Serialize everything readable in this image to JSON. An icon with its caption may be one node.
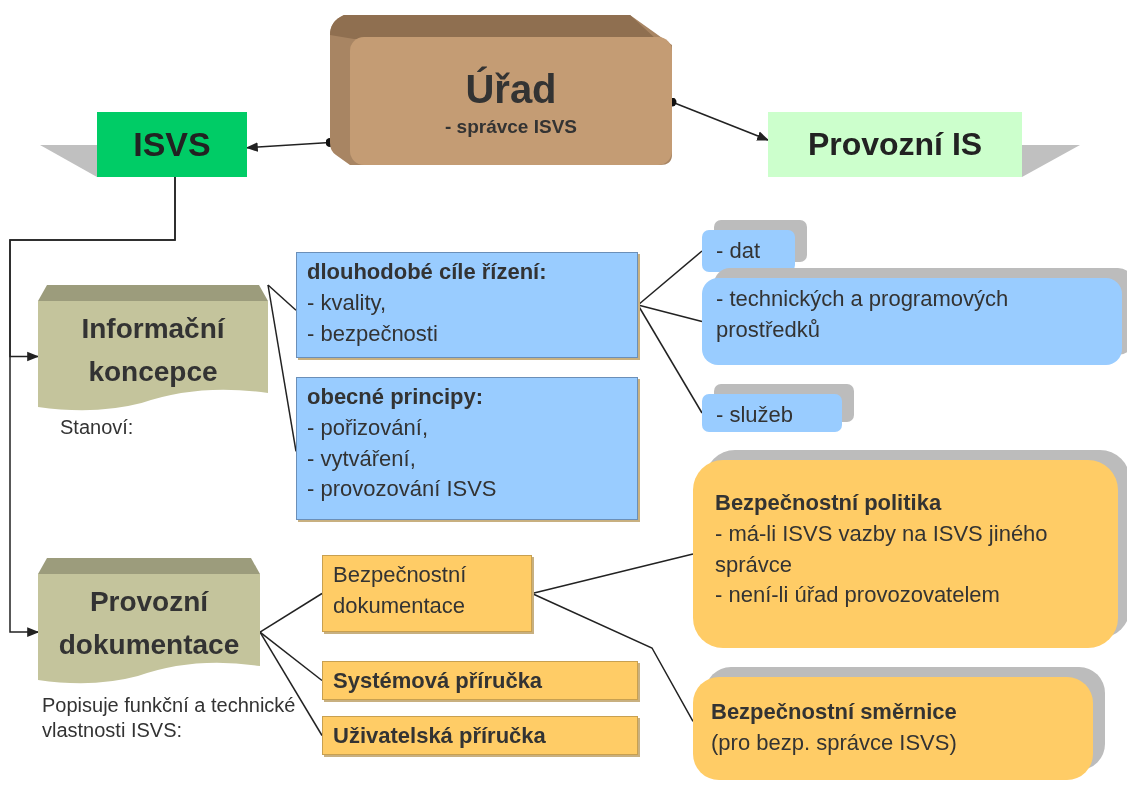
{
  "diagram": {
    "nodes": [
      {
        "text": [
          "Úřad",
          "- správce ISVS"
        ]
      },
      {
        "text": [
          "ISVS"
        ]
      },
      {
        "text": [
          "Provozní IS"
        ]
      },
      {
        "text": [
          "Informační koncepce"
        ],
        "beside": [
          "Stanoví:"
        ]
      },
      {
        "text": [
          "dlouhodobé cíle řízení:",
          "- kvality,",
          "- bezpečnosti"
        ]
      },
      {
        "text": [
          "obecné principy:",
          "- pořizování,",
          "- vytváření,",
          "- provozování ISVS"
        ]
      },
      {
        "text": [
          "- dat"
        ]
      },
      {
        "text": [
          "- technických a programových prostředků"
        ]
      },
      {
        "text": [
          "- služeb"
        ]
      },
      {
        "text": [
          "Provozní dokumentace"
        ],
        "beside": [
          "Popisuje funkční a technické vlastnosti ISVS:"
        ]
      },
      {
        "text": [
          "Bezpečnostní dokumentace"
        ]
      },
      {
        "text": [
          "Systémová příručka"
        ]
      },
      {
        "text": [
          "Uživatelská příručka"
        ]
      },
      {
        "text": [
          "Bezpečnostní politika",
          "- má-li ISVS vazby na ISVS jiného správce",
          "- není-li úřad provozovatelem"
        ]
      },
      {
        "text": [
          "Bezpečnostní směrnice",
          "(pro bezp. správce ISVS)"
        ]
      }
    ],
    "edges": [
      {
        "from": 0,
        "to": 1,
        "arrow": "to"
      },
      {
        "from": 0,
        "to": 2,
        "arrow": "to"
      },
      {
        "from": 1,
        "to": 3,
        "arrow": "to"
      },
      {
        "from": 1,
        "to": 9,
        "arrow": "to"
      },
      {
        "from": 3,
        "to": 4,
        "arrow": "none"
      },
      {
        "from": 3,
        "to": 5,
        "arrow": "none"
      },
      {
        "from": 4,
        "to": 6,
        "arrow": "none"
      },
      {
        "from": 4,
        "to": 7,
        "arrow": "none"
      },
      {
        "from": 4,
        "to": 8,
        "arrow": "none"
      },
      {
        "from": 9,
        "to": 10,
        "arrow": "none"
      },
      {
        "from": 9,
        "to": 11,
        "arrow": "none"
      },
      {
        "from": 9,
        "to": 12,
        "arrow": "none"
      },
      {
        "from": 10,
        "to": 13,
        "arrow": "none"
      },
      {
        "from": 10,
        "to": 14,
        "arrow": "none"
      }
    ]
  }
}
